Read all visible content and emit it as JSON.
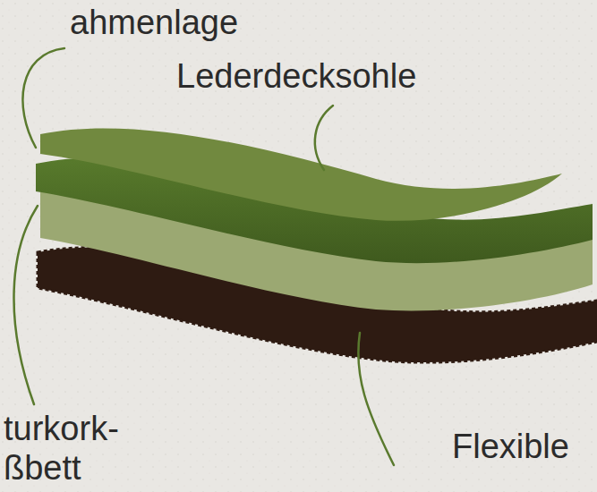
{
  "diagram": {
    "labels": [
      "ahmenlage",
      "Lederdecksohle",
      "turkork- ßbett",
      "Flexible"
    ]
  }
}
